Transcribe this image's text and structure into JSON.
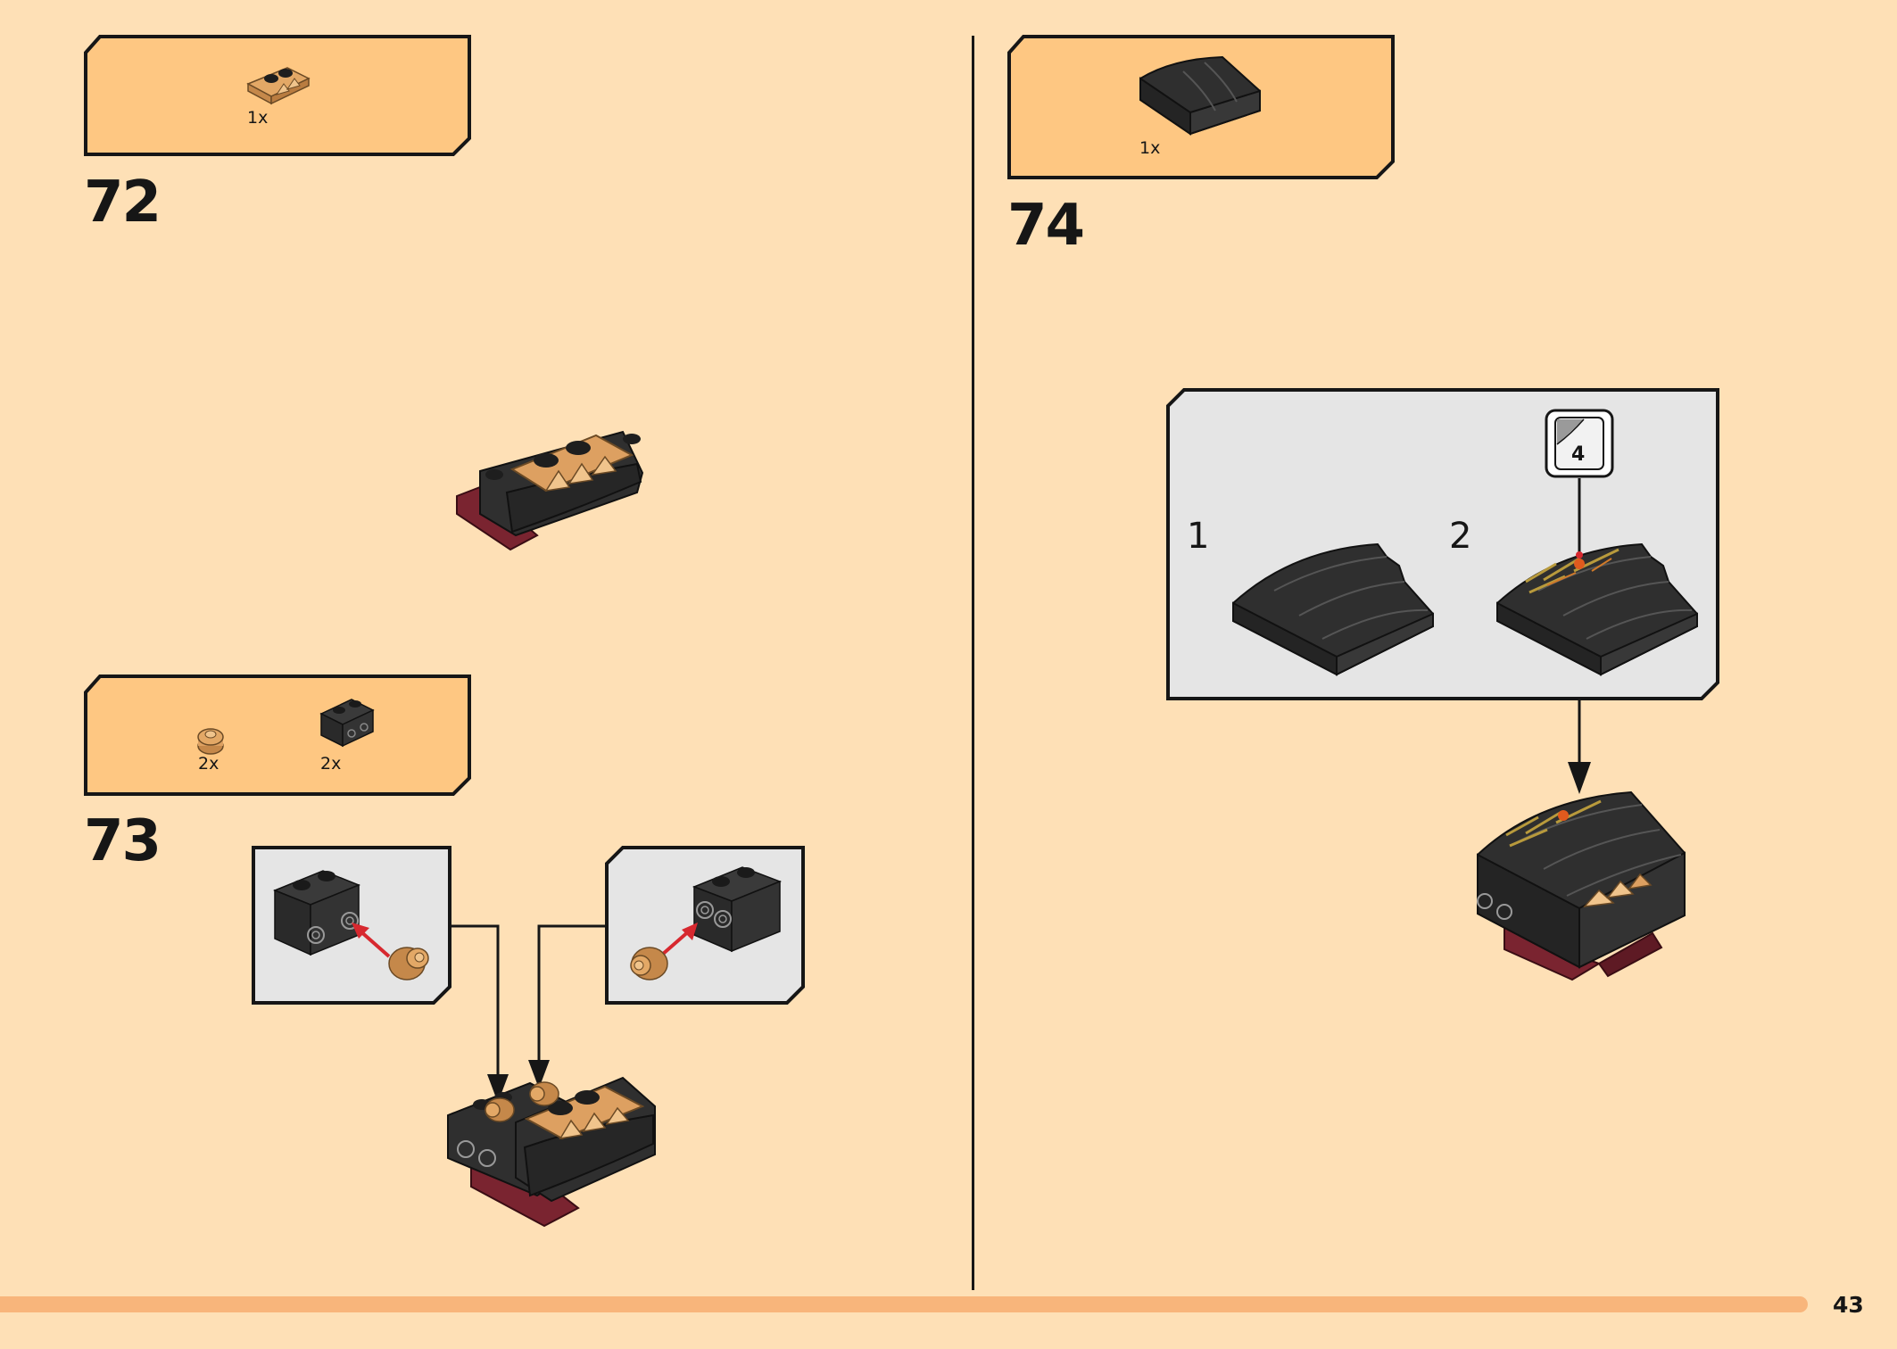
{
  "steps": [
    {
      "number": "72",
      "parts": [
        {
          "qty": "1x",
          "icon": "tan-tooth-plate-part-icon"
        }
      ]
    },
    {
      "number": "73",
      "parts": [
        {
          "qty": "2x",
          "icon": "tan-round-stud-part-icon"
        },
        {
          "qty": "2x",
          "icon": "black-brick-part-icon"
        }
      ]
    },
    {
      "number": "74",
      "parts": [
        {
          "qty": "1x",
          "icon": "black-curved-slope-part-icon"
        }
      ],
      "substeps": [
        {
          "number": "1"
        },
        {
          "number": "2",
          "sticker": "4"
        }
      ]
    }
  ],
  "page_number": "43",
  "colors": {
    "page_bg": "#fee0b6",
    "parts_box": "#fec782",
    "callout_bg": "#e5e5e5",
    "footer_bar": "#f8b57b",
    "brick_black": "#2f2f2f",
    "brick_tan": "#dda061",
    "brick_dark_red": "#7a2430",
    "arrow_red": "#d7282f"
  }
}
